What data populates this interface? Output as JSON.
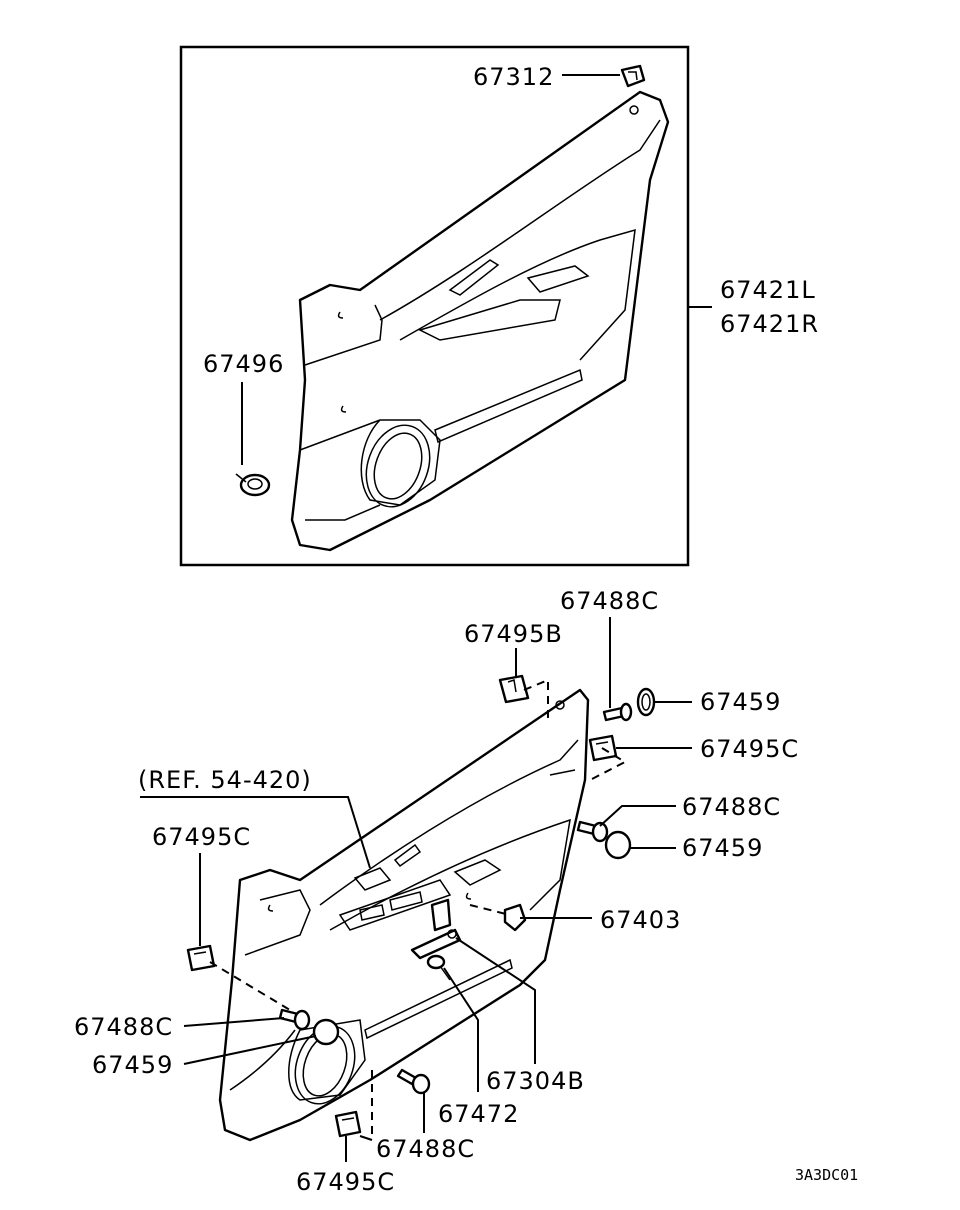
{
  "diagram_code": "3A3DC01",
  "labels": {
    "top_clip": "67312",
    "trim_panel_l": "67421L",
    "trim_panel_r": "67421R",
    "top_fastener": "67496",
    "screw_top": "67488C",
    "clip_top": "67495B",
    "washer_top": "67459",
    "clip_right": "67495C",
    "reference": "(REF. 54-420)",
    "screw_mid": "67488C",
    "washer_mid": "67459",
    "clip_left": "67495C",
    "pull_clip": "67403",
    "screw_lower_left": "67488C",
    "washer_lower_left": "67459",
    "bracket": "67304B",
    "pin": "67472",
    "screw_bottom": "67488C",
    "clip_bottom": "67495C"
  }
}
